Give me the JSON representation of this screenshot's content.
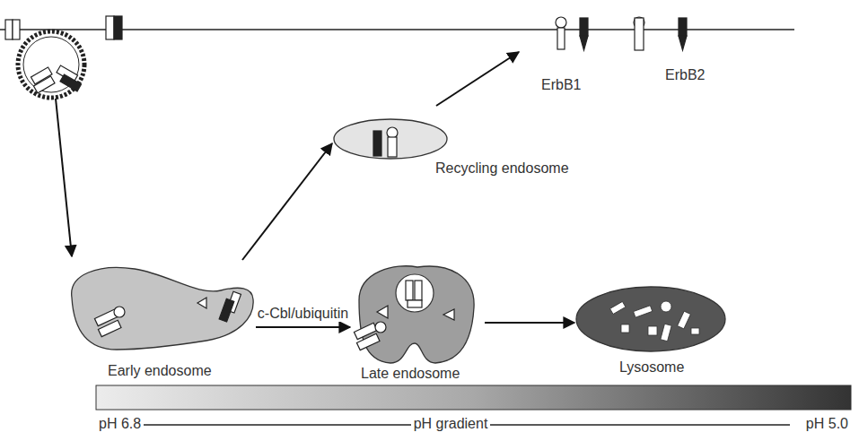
{
  "diagram": {
    "nodes": [
      {
        "text": [
          "Early endosome"
        ]
      },
      {
        "text": [
          "Recycling endosome"
        ]
      },
      {
        "text": [
          "Late endosome"
        ]
      },
      {
        "text": [
          "Lysosome"
        ]
      }
    ],
    "edges": [
      {
        "from": 0,
        "to": 1,
        "arrow": "to"
      },
      {
        "from": 0,
        "to": 2,
        "label": "c-Cbl/ubiquitin",
        "arrow": "to"
      },
      {
        "from": 2,
        "to": 3,
        "arrow": "to"
      }
    ],
    "labels": [
      "ErbB1",
      "ErbB2",
      "pH 6.8",
      "pH gradient",
      "pH 5.0"
    ]
  }
}
